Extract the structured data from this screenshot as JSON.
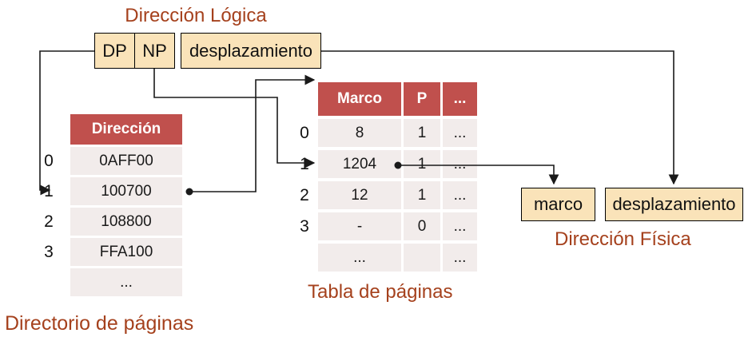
{
  "colors": {
    "accent-text": "#A5411D",
    "table-header-bg": "#C0504D",
    "table-row-bg": "#F2ECEB",
    "box-bg": "#FAE3B9",
    "line": "#1a1a1a"
  },
  "logical_address": {
    "title": "Dirección Lógica",
    "dp_label": "DP",
    "np_label": "NP",
    "offset_label": "desplazamiento"
  },
  "directorio": {
    "header": "Dirección",
    "caption": "Directorio de páginas",
    "rows": [
      {
        "index": "0",
        "value": "0AFF00"
      },
      {
        "index": "1",
        "value": "100700"
      },
      {
        "index": "2",
        "value": "108800"
      },
      {
        "index": "3",
        "value": "FFA100"
      },
      {
        "index": "",
        "value": "..."
      }
    ]
  },
  "tabla": {
    "caption": "Tabla de páginas",
    "headers": {
      "marco": "Marco",
      "p": "P",
      "more": "..."
    },
    "rows": [
      {
        "index": "0",
        "marco": "8",
        "p": "1",
        "more": "..."
      },
      {
        "index": "1",
        "marco": "1204",
        "p": "1",
        "more": "..."
      },
      {
        "index": "2",
        "marco": "12",
        "p": "1",
        "more": "..."
      },
      {
        "index": "3",
        "marco": "-",
        "p": "0",
        "more": "..."
      },
      {
        "index": "",
        "marco": "...",
        "p": "",
        "more": "..."
      }
    ]
  },
  "physical_address": {
    "caption": "Dirección Física",
    "marco_label": "marco",
    "offset_label": "desplazamiento"
  }
}
